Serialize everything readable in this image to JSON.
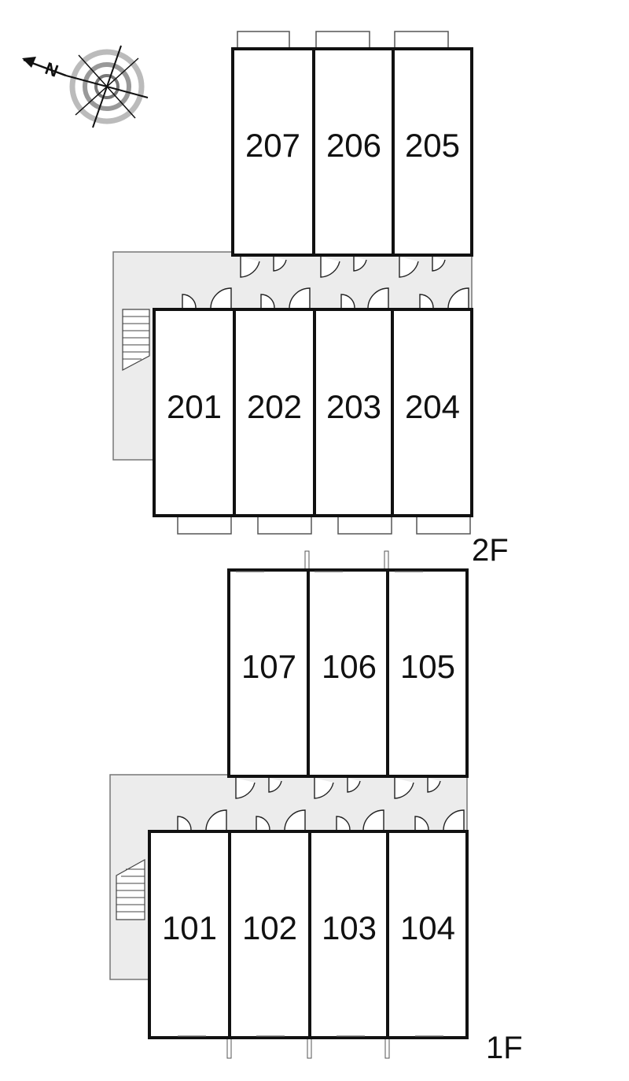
{
  "compass": {
    "north_label": "N",
    "icon": "compass-rose-icon"
  },
  "floors": [
    {
      "id": "2F",
      "label": "2F",
      "top_row": [
        "207",
        "206",
        "205"
      ],
      "bottom_row": [
        "201",
        "202",
        "203",
        "204"
      ]
    },
    {
      "id": "1F",
      "label": "1F",
      "top_row": [
        "107",
        "106",
        "105"
      ],
      "bottom_row": [
        "101",
        "102",
        "103",
        "104"
      ]
    }
  ],
  "colors": {
    "corridor": "#ececec",
    "wall": "#111111"
  }
}
